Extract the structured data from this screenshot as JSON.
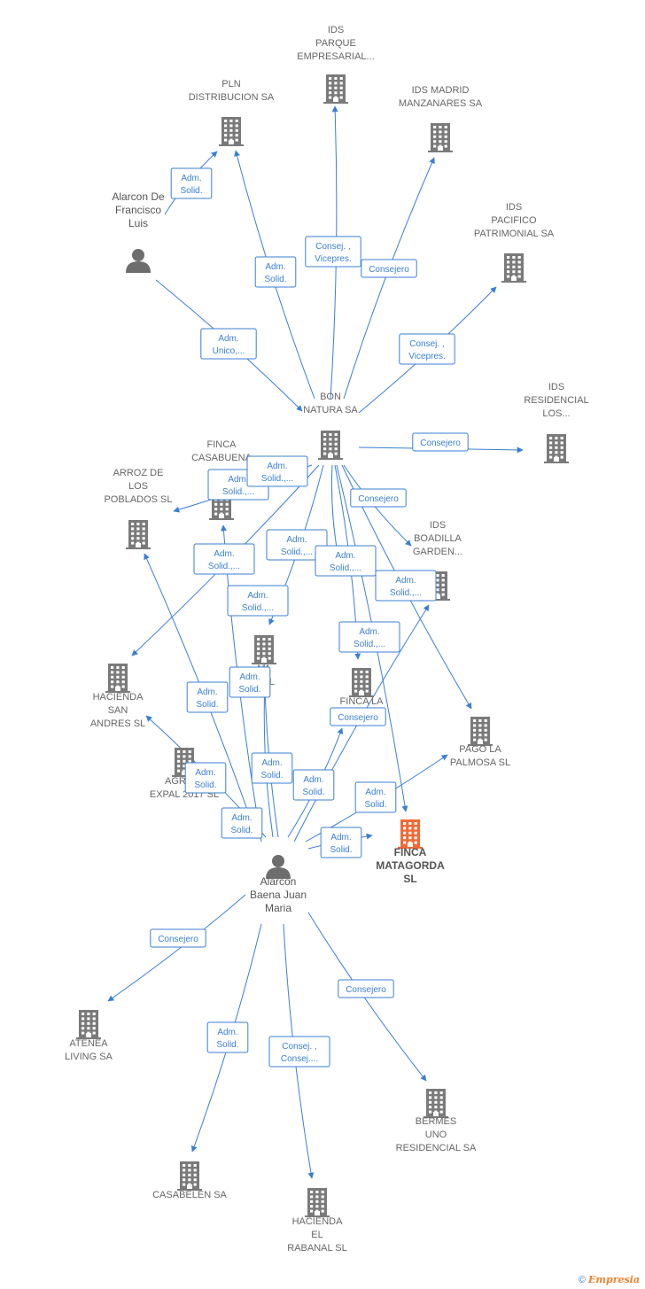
{
  "graph": {
    "nodes": [
      {
        "id": "ids_parque",
        "type": "company",
        "label": [
          "IDS",
          "PARQUE",
          "EMPRESARIAL..."
        ],
        "interactable": true
      },
      {
        "id": "pln",
        "type": "company",
        "label": [
          "PLN",
          "DISTRIBUCION SA"
        ],
        "interactable": true
      },
      {
        "id": "ids_madrid",
        "type": "company",
        "label": [
          "IDS MADRID",
          "MANZANARES SA"
        ],
        "interactable": true
      },
      {
        "id": "alarcon_fl",
        "type": "person",
        "label": [
          "Alarcon De",
          "Francisco",
          "Luis"
        ],
        "interactable": true
      },
      {
        "id": "ids_pacifico",
        "type": "company",
        "label": [
          "IDS",
          "PACIFICO",
          "PATRIMONIAL SA"
        ],
        "interactable": true
      },
      {
        "id": "bon",
        "type": "company",
        "label": [
          "BON",
          "NATURA SA"
        ],
        "interactable": true
      },
      {
        "id": "ids_residencial",
        "type": "company",
        "label": [
          "IDS",
          "RESIDENCIAL",
          "LOS..."
        ],
        "interactable": true
      },
      {
        "id": "finca_casabuena",
        "type": "company",
        "label": [
          "FINCA",
          "CASABUENA"
        ],
        "interactable": true
      },
      {
        "id": "arroz",
        "type": "company",
        "label": [
          "ARROZ DE",
          "LOS",
          "POBLADOS SL"
        ],
        "interactable": true
      },
      {
        "id": "ids_boadilla",
        "type": "company",
        "label": [
          "IDS",
          "BOADILLA",
          "GARDEN..."
        ],
        "interactable": true
      },
      {
        "id": "hacienda_san",
        "type": "company",
        "label": [
          "HACIENDA",
          "SAN",
          "ANDRES SL"
        ],
        "interactable": true
      },
      {
        "id": "mid_na",
        "type": "company",
        "label": [
          "NA",
          "E SL"
        ],
        "interactable": true
      },
      {
        "id": "finca_la",
        "type": "company",
        "label": [
          "FINCA LA",
          "S... SL"
        ],
        "interactable": true
      },
      {
        "id": "pago",
        "type": "company",
        "label": [
          "PAGO LA",
          "PALMOSA SL"
        ],
        "interactable": true
      },
      {
        "id": "agric",
        "type": "company",
        "label": [
          "AGRIC...",
          "EXPAL 2017 SL"
        ],
        "interactable": true
      },
      {
        "id": "finca_matagorda",
        "type": "company",
        "focus": true,
        "label": [
          "FINCA",
          "MATAGORDA",
          "SL"
        ],
        "interactable": true
      },
      {
        "id": "alarcon_jm",
        "type": "person",
        "label": [
          "Alarcon",
          "Baena Juan",
          "Maria"
        ],
        "interactable": true
      },
      {
        "id": "atenea",
        "type": "company",
        "label": [
          "ATENEA",
          "LIVING SA"
        ],
        "interactable": true
      },
      {
        "id": "bermes",
        "type": "company",
        "label": [
          "BERMES",
          "UNO",
          "RESIDENCIAL SA"
        ],
        "interactable": true
      },
      {
        "id": "casabelen",
        "type": "company",
        "label": [
          "CASABELEN SA"
        ],
        "interactable": true
      },
      {
        "id": "hacienda_rabanal",
        "type": "company",
        "label": [
          "HACIENDA",
          "EL",
          "RABANAL SL"
        ],
        "interactable": true
      }
    ],
    "edges": [
      {
        "id": "e1",
        "label": [
          "Adm.",
          "Solid."
        ]
      },
      {
        "id": "e2",
        "label": [
          "Adm.",
          "Unico,..."
        ]
      },
      {
        "id": "e3",
        "label": [
          "Adm.",
          "Solid."
        ]
      },
      {
        "id": "e4",
        "label": [
          "Consej. ,",
          "Vicepres."
        ]
      },
      {
        "id": "e5",
        "label": [
          "Consejero"
        ]
      },
      {
        "id": "e6",
        "label": [
          "Consej. ,",
          "Vicepres."
        ]
      },
      {
        "id": "e7",
        "label": [
          "Consejero"
        ]
      },
      {
        "id": "e8",
        "label": [
          "Adm.",
          "Solid.,..."
        ]
      },
      {
        "id": "e9",
        "label": [
          "Adm.",
          "Solid.,..."
        ]
      },
      {
        "id": "e10",
        "label": [
          "Adm.",
          "Solid.,..."
        ]
      },
      {
        "id": "e11",
        "label": [
          "Consejero"
        ]
      },
      {
        "id": "e12",
        "label": [
          "Adm.",
          "Solid.,..."
        ]
      },
      {
        "id": "e13",
        "label": [
          "Adm.",
          "Solid.,..."
        ]
      },
      {
        "id": "e14",
        "label": [
          "Adm.",
          "Solid.,..."
        ]
      },
      {
        "id": "e15",
        "label": [
          "Adm.",
          "Solid.,..."
        ]
      },
      {
        "id": "e16",
        "label": [
          "Adm.",
          "Solid.,..."
        ]
      },
      {
        "id": "e17",
        "label": [
          "Adm.",
          "Solid."
        ]
      },
      {
        "id": "e18",
        "label": [
          "Adm.",
          "Solid."
        ]
      },
      {
        "id": "e19",
        "label": [
          "Adm.",
          "Solid."
        ]
      },
      {
        "id": "e20",
        "label": [
          "Adm.",
          "Solid."
        ]
      },
      {
        "id": "e21",
        "label": [
          "Adm.",
          "Solid."
        ]
      },
      {
        "id": "e22",
        "label": [
          "Adm.",
          "Solid."
        ]
      },
      {
        "id": "e23",
        "label": [
          "Consejero"
        ]
      },
      {
        "id": "e24",
        "label": [
          "Adm.",
          "Solid."
        ]
      },
      {
        "id": "e25",
        "label": [
          "Adm.",
          "Solid."
        ]
      },
      {
        "id": "e26",
        "label": [
          "Consejero"
        ]
      },
      {
        "id": "e27",
        "label": [
          "Consejero"
        ]
      },
      {
        "id": "e28",
        "label": [
          "Adm.",
          "Solid."
        ]
      },
      {
        "id": "e29",
        "label": [
          "Consej. ,",
          "Consej...."
        ]
      }
    ]
  },
  "colors": {
    "edge": "#3b7fd4",
    "company": "#7a7a7a",
    "focus": "#f06a35",
    "person": "#6d6d6d"
  },
  "footer": {
    "copyright": "©",
    "brand": "Empresia"
  }
}
